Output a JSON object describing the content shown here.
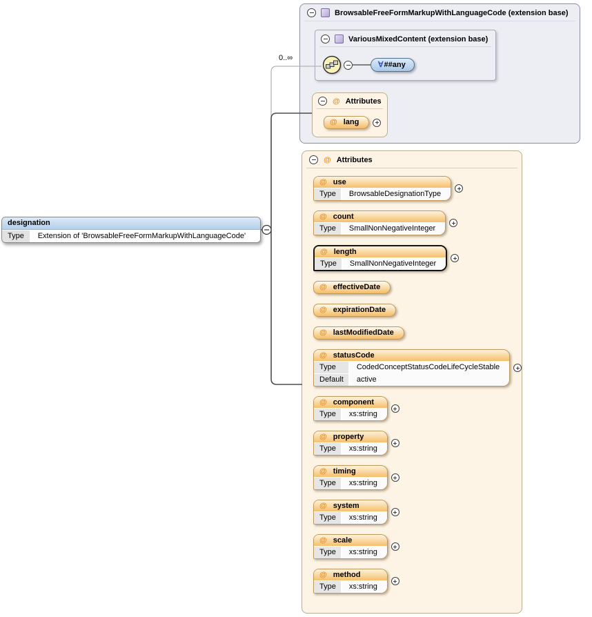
{
  "element_box": {
    "name": "designation",
    "rows": [
      {
        "label": "Type",
        "value": "Extension of 'BrowsableFreeFormMarkupWithLanguageCode'"
      }
    ]
  },
  "multiplicity": "0..∞",
  "extension_panel": {
    "title": "BrowsableFreeFormMarkupWithLanguageCode (extension base)",
    "mixed_panel": {
      "title": "VariousMixedContent (extension base)",
      "any_symbol": "∀",
      "any_label": "##any"
    },
    "attributes": {
      "title": "Attributes",
      "items": [
        {
          "name": "lang",
          "plus": true
        }
      ]
    }
  },
  "attributes_panel": {
    "title": "Attributes",
    "items": [
      {
        "name": "use",
        "rows": [
          {
            "label": "Type",
            "value": "BrowsableDesignationType"
          }
        ],
        "plus": true
      },
      {
        "name": "count",
        "rows": [
          {
            "label": "Type",
            "value": "SmallNonNegativeInteger"
          }
        ],
        "plus": true
      },
      {
        "name": "length",
        "rows": [
          {
            "label": "Type",
            "value": "SmallNonNegativeInteger"
          }
        ],
        "plus": true,
        "selected": true
      },
      {
        "name": "effectiveDate",
        "rows": [],
        "plus": false
      },
      {
        "name": "expirationDate",
        "rows": [],
        "plus": false
      },
      {
        "name": "lastModifiedDate",
        "rows": [],
        "plus": false
      },
      {
        "name": "statusCode",
        "rows": [
          {
            "label": "Type",
            "value": "CodedConceptStatusCodeLifeCycleStable"
          },
          {
            "label": "Default",
            "value": "active"
          }
        ],
        "plus": true
      },
      {
        "name": "component",
        "rows": [
          {
            "label": "Type",
            "value": "xs:string"
          }
        ],
        "plus": true
      },
      {
        "name": "property",
        "rows": [
          {
            "label": "Type",
            "value": "xs:string"
          }
        ],
        "plus": true
      },
      {
        "name": "timing",
        "rows": [
          {
            "label": "Type",
            "value": "xs:string"
          }
        ],
        "plus": true
      },
      {
        "name": "system",
        "rows": [
          {
            "label": "Type",
            "value": "xs:string"
          }
        ],
        "plus": true
      },
      {
        "name": "scale",
        "rows": [
          {
            "label": "Type",
            "value": "xs:string"
          }
        ],
        "plus": true
      },
      {
        "name": "method",
        "rows": [
          {
            "label": "Type",
            "value": "xs:string"
          }
        ],
        "plus": true
      }
    ]
  },
  "colors": {
    "accent_orange": "#e0912f",
    "lavender_bg": "#ededf4",
    "cream_bg": "#fdf4e6",
    "card_border": "#c0995c",
    "selected_border": "#141414",
    "element_header_blue": "#b5cfe9",
    "any_pill_blue": "#a9c8e8"
  }
}
